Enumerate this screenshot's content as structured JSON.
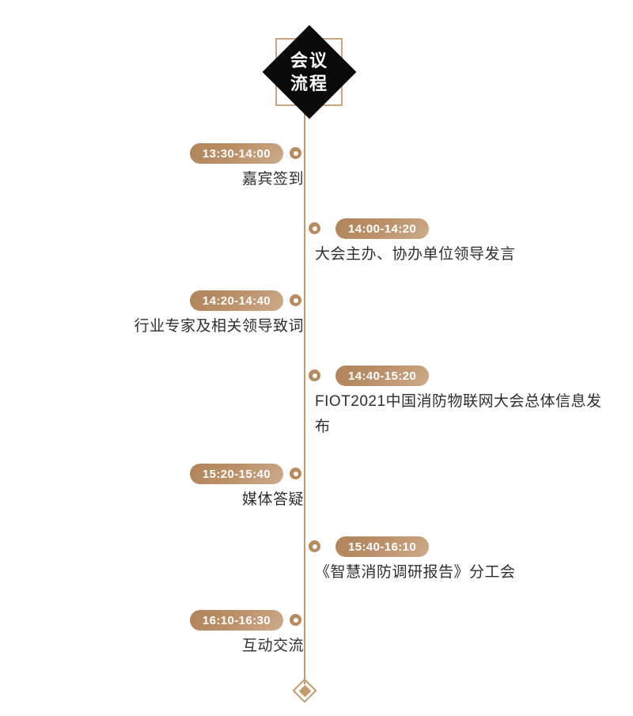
{
  "header": {
    "title_line1": "会议",
    "title_line2": "流程",
    "diamond_color": "#0a0a0a",
    "frame_color": "#c9a47c",
    "text_color": "#ffffff"
  },
  "theme": {
    "accent": "#c49a6c",
    "pill_background": "#bb9068",
    "pill_text": "#ffffff",
    "body_text": "#2f2f2f",
    "page_background": "#ffffff"
  },
  "timeline": {
    "spine_color": "#c49a6c",
    "items": [
      {
        "time": "13:30-14:00",
        "description": "嘉宾签到",
        "side": "left"
      },
      {
        "time": "14:00-14:20",
        "description": "大会主办、协办单位领导发言",
        "side": "right"
      },
      {
        "time": "14:20-14:40",
        "description": "行业专家及相关领导致词",
        "side": "left"
      },
      {
        "time": "14:40-15:20",
        "description": "FIOT2021中国消防物联网大会总体信息发布",
        "side": "right"
      },
      {
        "time": "15:20-15:40",
        "description": "媒体答疑",
        "side": "left"
      },
      {
        "time": "15:40-16:10",
        "description": "《智慧消防调研报告》分工会",
        "side": "right"
      },
      {
        "time": "16:10-16:30",
        "description": "互动交流",
        "side": "left"
      }
    ]
  }
}
